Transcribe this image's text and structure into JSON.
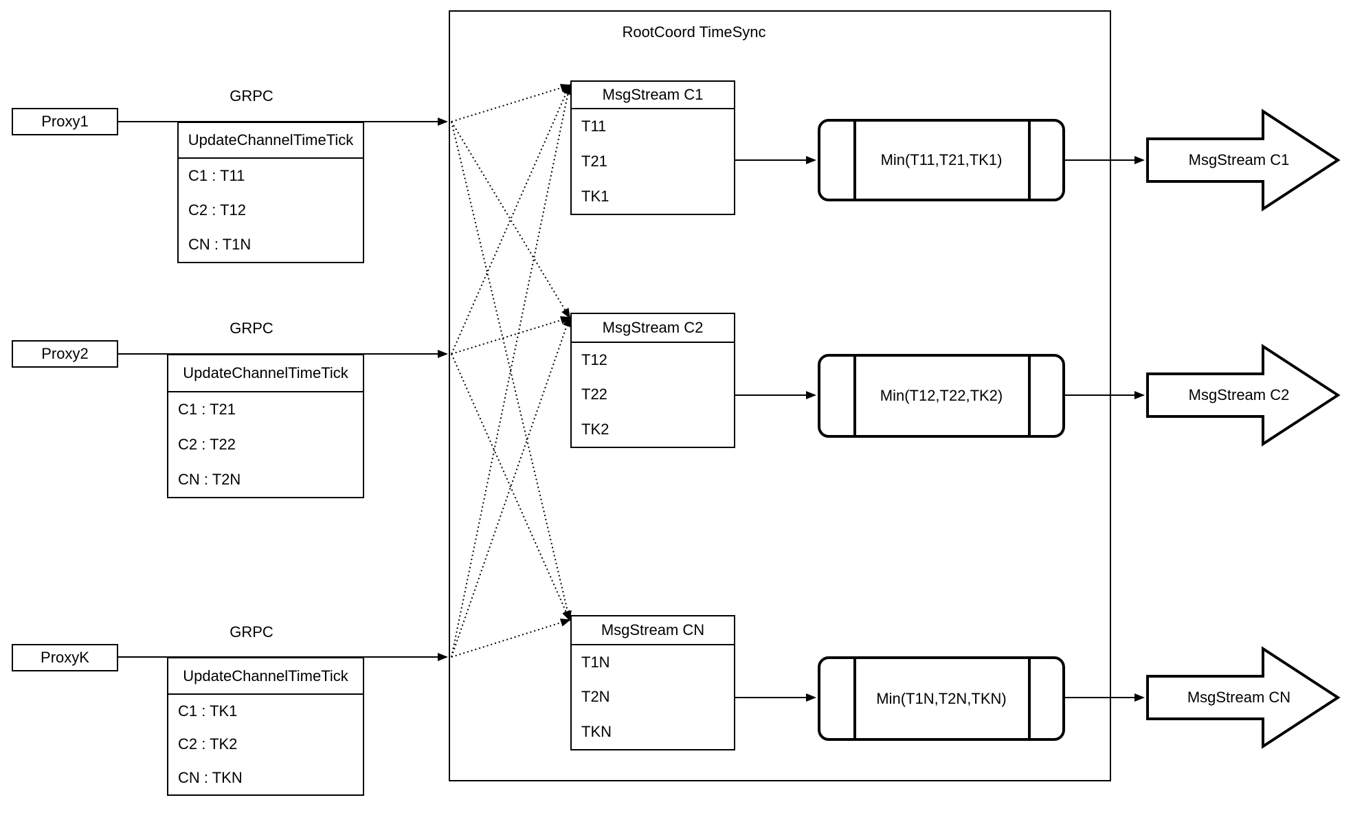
{
  "title": "RootCoord TimeSync",
  "colors": {
    "stroke": "#000000",
    "background": "#ffffff"
  },
  "rows": [
    {
      "proxy_label": "Proxy1",
      "grpc_label": "GRPC",
      "update_table": {
        "header": "UpdateChannelTimeTick",
        "rows": [
          "C1 : T11",
          "C2 : T12",
          "CN : T1N"
        ]
      },
      "msgstream_table": {
        "header": "MsgStream C1",
        "rows": [
          "T11",
          "T21",
          "TK1"
        ]
      },
      "min_label": "Min(T11,T21,TK1)",
      "output_label": "MsgStream C1"
    },
    {
      "proxy_label": "Proxy2",
      "grpc_label": "GRPC",
      "update_table": {
        "header": "UpdateChannelTimeTick",
        "rows": [
          "C1 : T21",
          "C2 : T22",
          "CN : T2N"
        ]
      },
      "msgstream_table": {
        "header": "MsgStream C2",
        "rows": [
          "T12",
          "T22",
          "TK2"
        ]
      },
      "min_label": "Min(T12,T22,TK2)",
      "output_label": "MsgStream C2"
    },
    {
      "proxy_label": "ProxyK",
      "grpc_label": "GRPC",
      "update_table": {
        "header": "UpdateChannelTimeTick",
        "rows": [
          "C1 : TK1",
          "C2 : TK2",
          "CN : TKN"
        ]
      },
      "msgstream_table": {
        "header": "MsgStream CN",
        "rows": [
          "T1N",
          "T2N",
          "TKN"
        ]
      },
      "min_label": "Min(T1N,T2N,TKN)",
      "output_label": "MsgStream CN"
    }
  ]
}
